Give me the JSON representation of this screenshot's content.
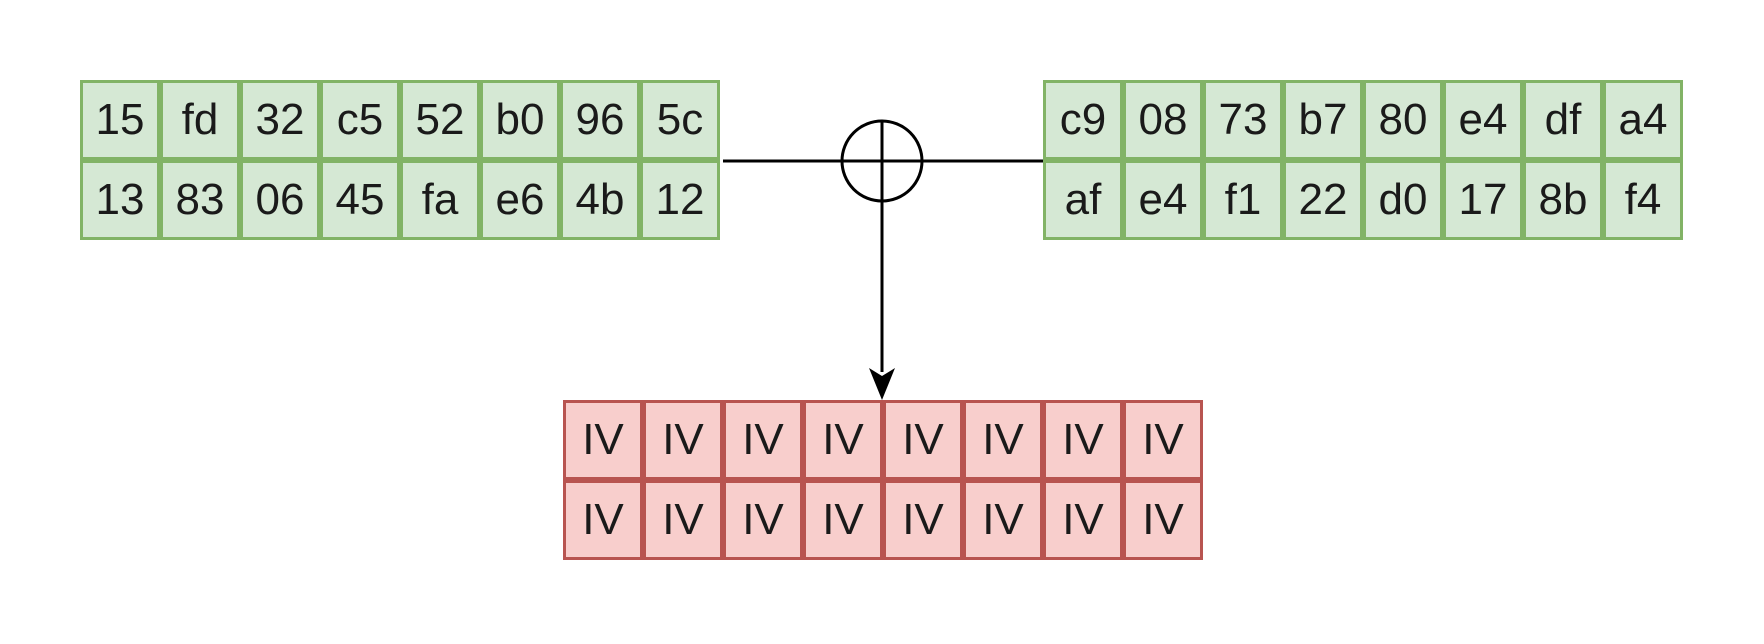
{
  "colors": {
    "input_fill": "#d5e8d4",
    "input_border": "#82b366",
    "output_fill": "#f8cecc",
    "output_border": "#b85450",
    "line": "#000000"
  },
  "left_block": {
    "rows": [
      [
        "15",
        "fd",
        "32",
        "c5",
        "52",
        "b0",
        "96",
        "5c"
      ],
      [
        "13",
        "83",
        "06",
        "45",
        "fa",
        "e6",
        "4b",
        "12"
      ]
    ]
  },
  "right_block": {
    "rows": [
      [
        "c9",
        "08",
        "73",
        "b7",
        "80",
        "e4",
        "df",
        "a4"
      ],
      [
        "af",
        "e4",
        "f1",
        "22",
        "d0",
        "17",
        "8b",
        "f4"
      ]
    ]
  },
  "result_block": {
    "rows": [
      [
        "IV",
        "IV",
        "IV",
        "IV",
        "IV",
        "IV",
        "IV",
        "IV"
      ],
      [
        "IV",
        "IV",
        "IV",
        "IV",
        "IV",
        "IV",
        "IV",
        "IV"
      ]
    ]
  },
  "operator": {
    "icon": "xor-icon"
  }
}
